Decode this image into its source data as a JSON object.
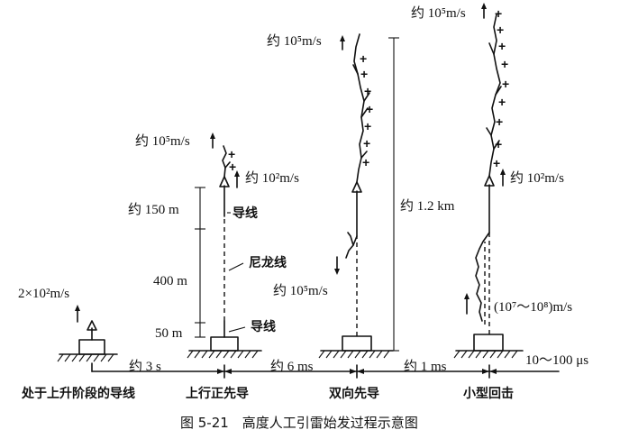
{
  "stages": {
    "stage1": "处于上升阶段的导线",
    "stage2": "上行正先导",
    "stage3": "双向先导",
    "stage4": "小型回击"
  },
  "labels": {
    "rocket_speed": "2×10²m/s",
    "leader_speed_1": "约 10⁵m/s",
    "wire_speed": "约 10²m/s",
    "height_150": "约 150 m",
    "height_400": "400 m",
    "height_50": "50 m",
    "wire_top": "导线",
    "nylon": "尼龙线",
    "wire_bottom": "导线",
    "leader_speed_2": "约 10⁵m/s",
    "downward_speed": "约 10⁵m/s",
    "height_1_2km": "约 1.2 km",
    "leader_speed_3": "约 10⁵m/s",
    "wire_speed_2": "约 10²m/s",
    "return_speed": "(10⁷～10⁸)m/s"
  },
  "timeline": {
    "t1": "约 3 s",
    "t2": "约 6 ms",
    "t3": "约 1 ms",
    "t4": "10～100 μs"
  },
  "caption": "图 5-21　高度人工引雷始发过程示意图",
  "icons": {
    "arrow_up": "arrow-up-icon",
    "arrow_down": "arrow-down-icon",
    "charge": "plus-charge-icon"
  }
}
